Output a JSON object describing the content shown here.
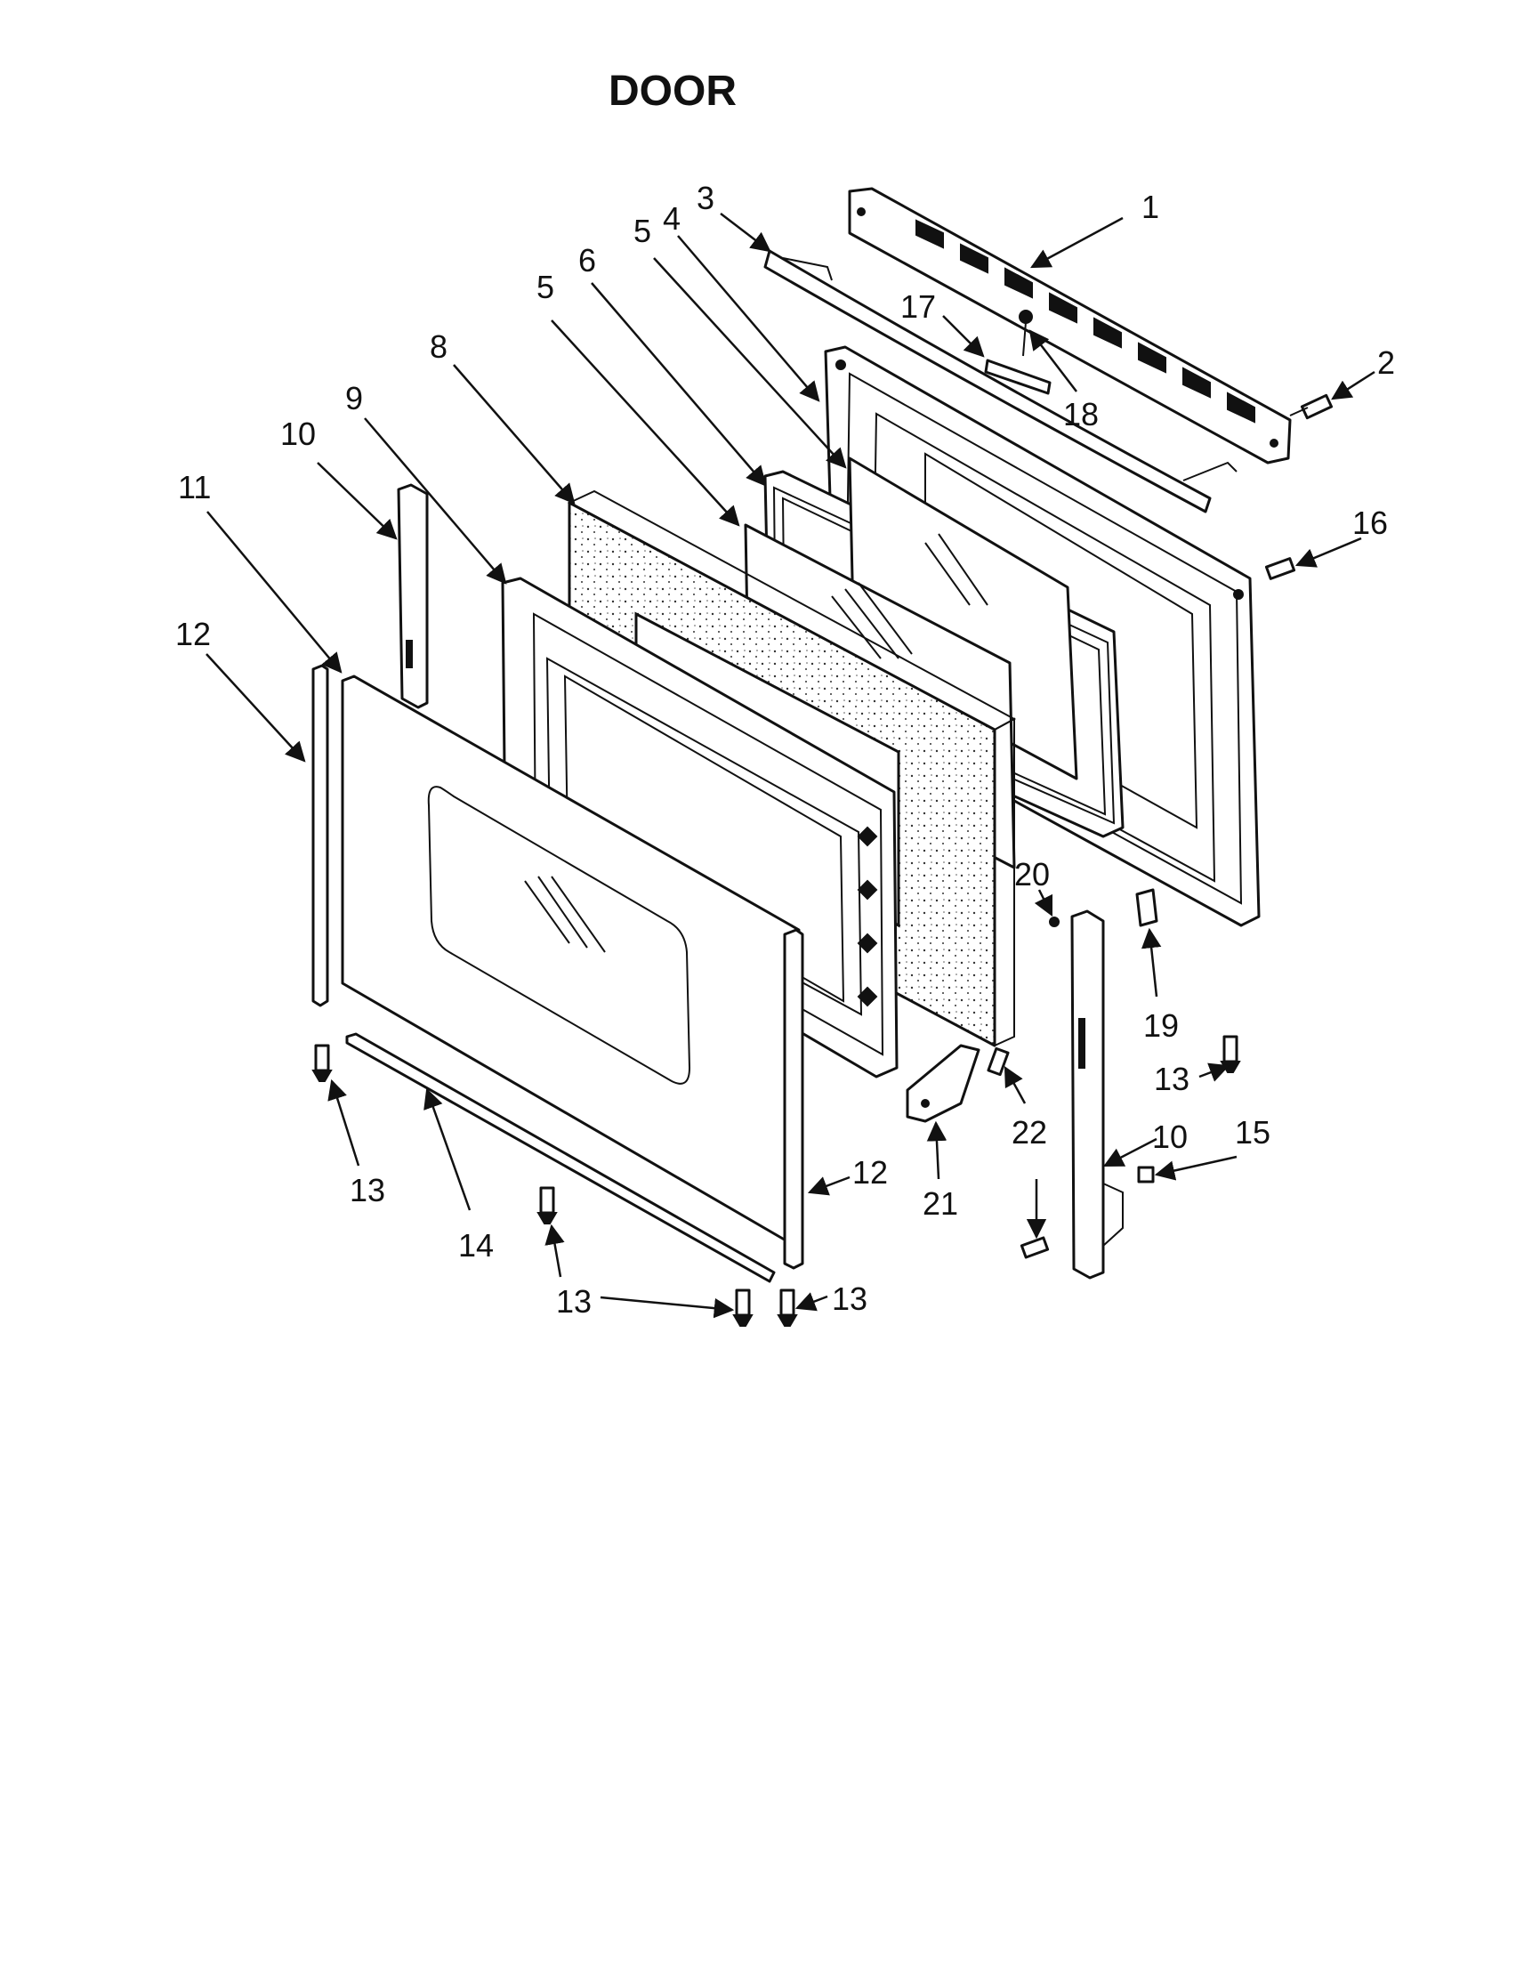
{
  "title": "DOOR",
  "callouts": {
    "c1": "1",
    "c2": "2",
    "c3": "3",
    "c4": "4",
    "c5a": "5",
    "c5b": "5",
    "c6": "6",
    "c8": "8",
    "c9": "9",
    "c10a": "10",
    "c10b": "10",
    "c11": "11",
    "c12a": "12",
    "c12b": "12",
    "c13a": "13",
    "c13b": "13",
    "c13c": "13",
    "c13d": "13",
    "c14": "14",
    "c15": "15",
    "c16": "16",
    "c17": "17",
    "c18": "18",
    "c19": "19",
    "c20": "20",
    "c21": "21",
    "c22": "22"
  }
}
